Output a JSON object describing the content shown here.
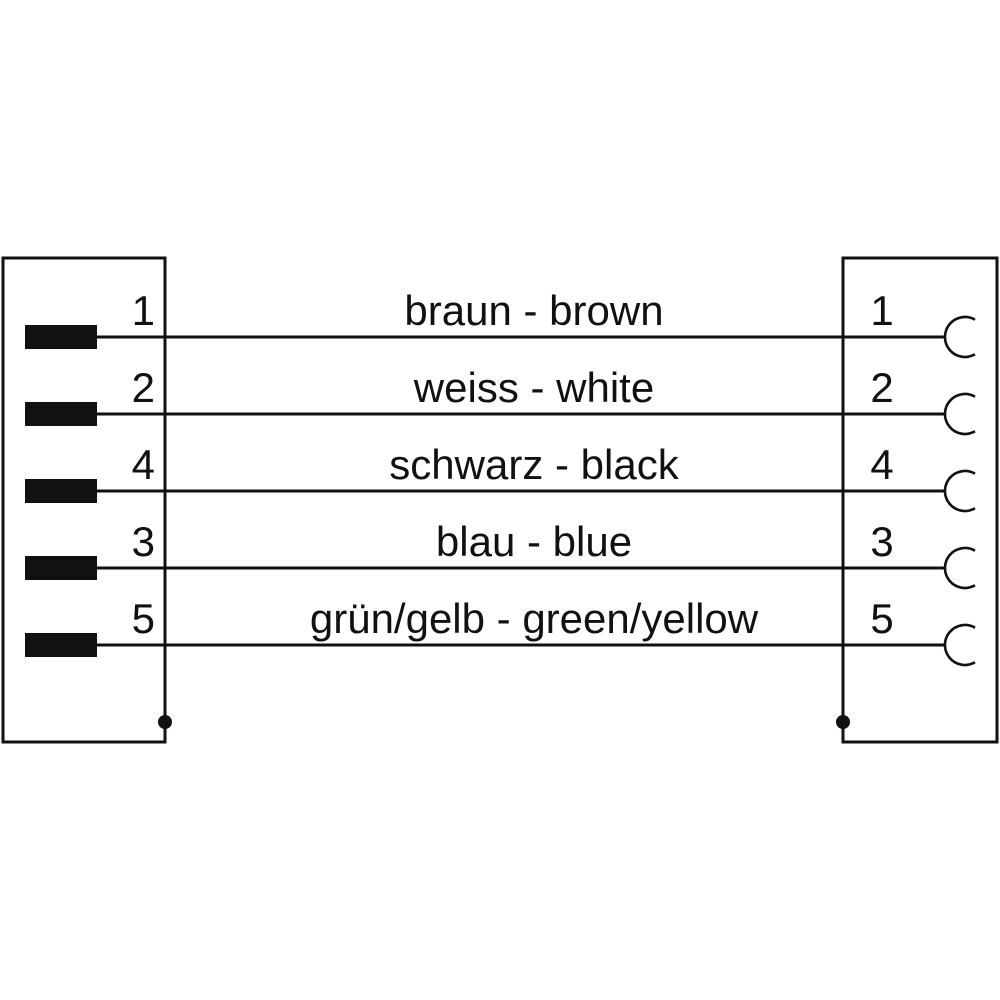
{
  "connectors": {
    "left": {
      "pins": [
        "1",
        "2",
        "4",
        "3",
        "5"
      ]
    },
    "right": {
      "pins": [
        "1",
        "2",
        "4",
        "3",
        "5"
      ]
    }
  },
  "wires": [
    {
      "pin": "1",
      "label": "braun - brown"
    },
    {
      "pin": "2",
      "label": "weiss - white"
    },
    {
      "pin": "4",
      "label": "schwarz - black"
    },
    {
      "pin": "3",
      "label": "blau - blue"
    },
    {
      "pin": "5",
      "label": "grün/gelb - green/yellow"
    }
  ],
  "colors": {
    "line": "#111111",
    "background": "#ffffff"
  }
}
